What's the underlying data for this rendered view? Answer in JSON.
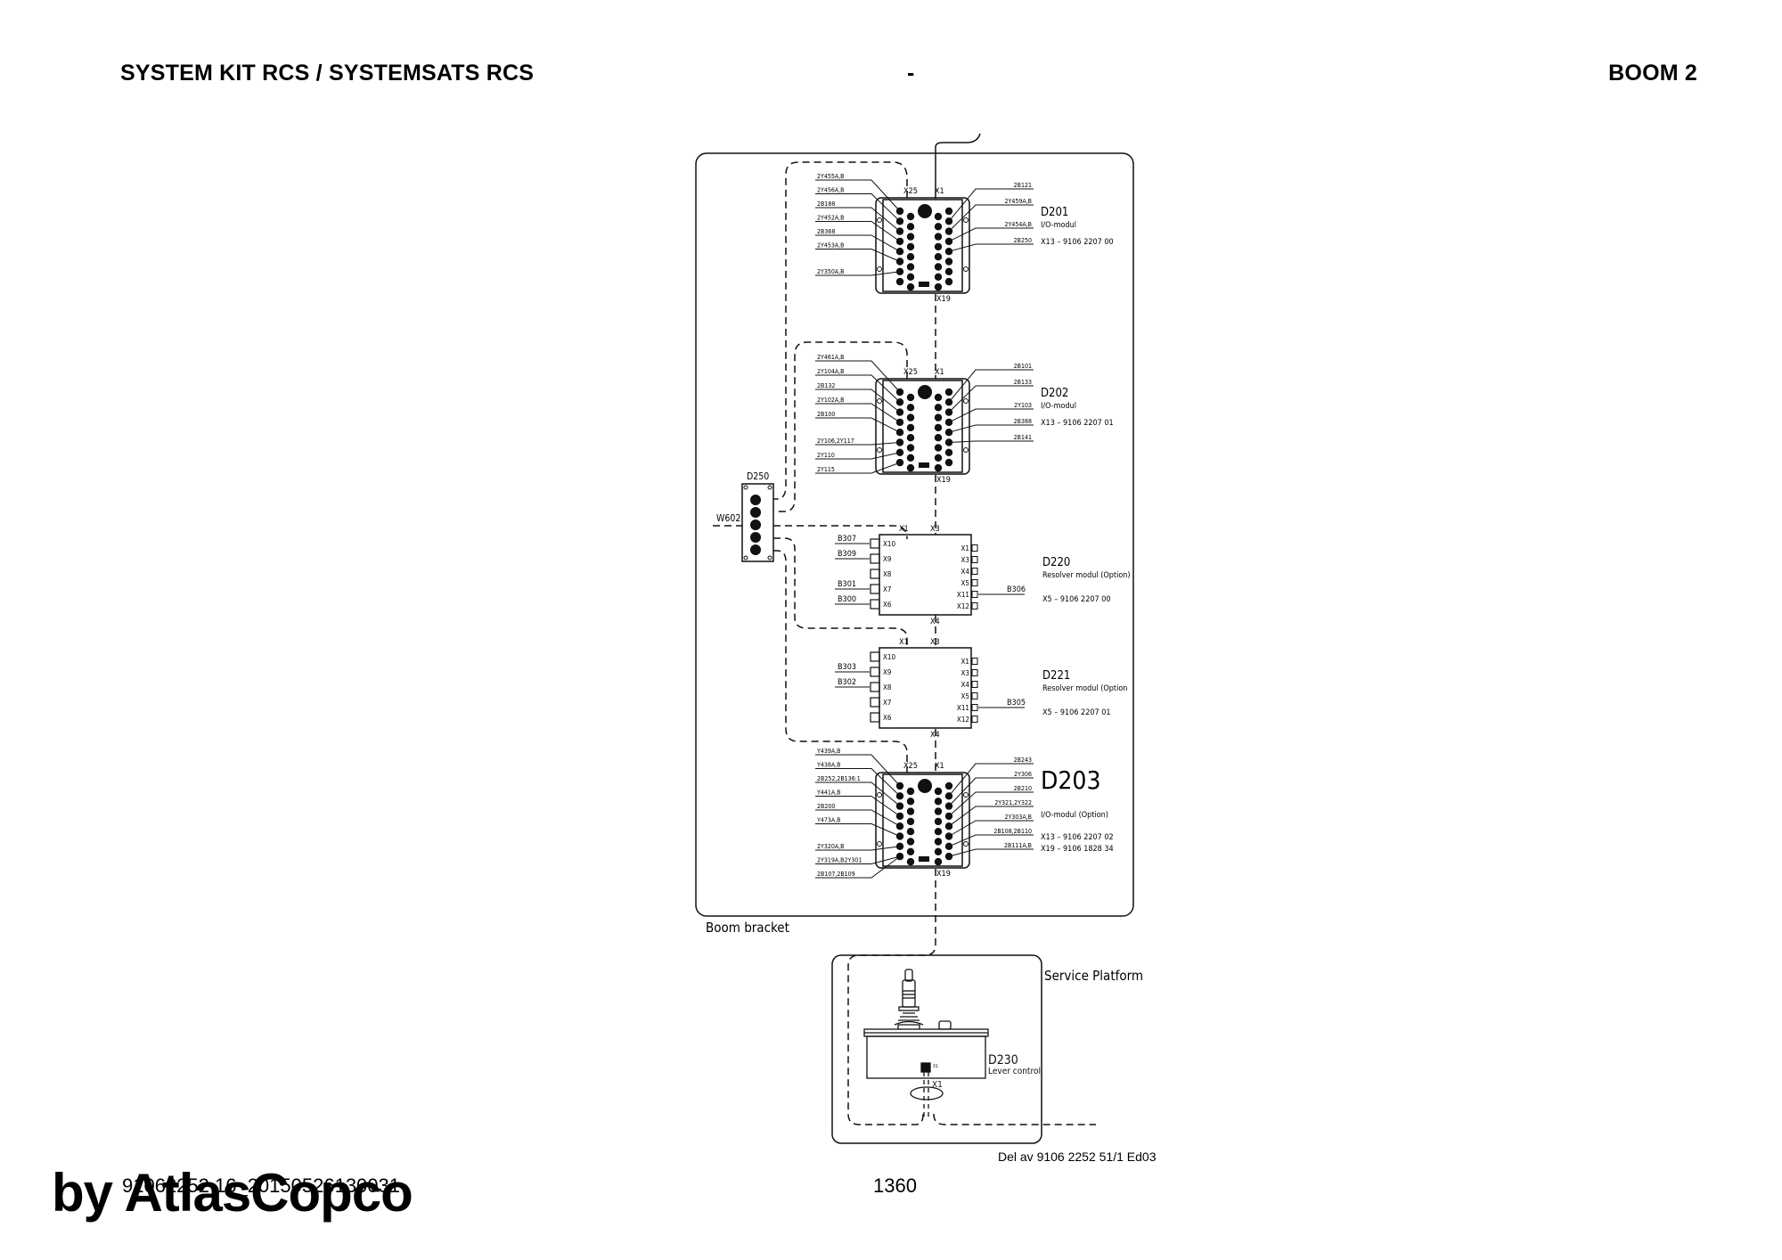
{
  "header": {
    "title": "SYSTEM KIT RCS / SYSTEMSATS RCS",
    "separator": "-",
    "section": "BOOM 2"
  },
  "footer": {
    "doc_id": "91062252 16_20150526130031",
    "page_number": "1360",
    "brand": "by AtlasCopco",
    "part_ref": "Del av 9106 2252 51/1 Ed03"
  },
  "frames": {
    "boom_bracket": "Boom bracket",
    "service_platform": "Service Platform"
  },
  "junction": {
    "name": "D250",
    "cable": "W602"
  },
  "io_modules": [
    {
      "id": "D201",
      "title": "I/O-modul",
      "parts": [
        "X13 – 9106 2207 00"
      ],
      "ports": {
        "top_left": "X25",
        "top_right": "X1",
        "bottom": "X19"
      },
      "left_wires": [
        "2Y455A,B",
        "2Y456A,B",
        "2B188",
        "2Y452A,B",
        "2B368",
        "2Y453A,B",
        "2Y350A,B"
      ],
      "right_wires": [
        "2B121",
        "2Y459A,B",
        "2Y454A,B",
        "2B250"
      ]
    },
    {
      "id": "D202",
      "title": "I/O-modul",
      "parts": [
        "X13 – 9106 2207 01"
      ],
      "ports": {
        "top_left": "X25",
        "top_right": "X1",
        "bottom": "X19"
      },
      "left_wires": [
        "2Y461A,B",
        "2Y104A,B",
        "2B132",
        "2Y102A,B",
        "2B100",
        "2Y106,2Y117",
        "2Y110",
        "2Y115"
      ],
      "right_wires": [
        "2B101",
        "2B133",
        "2Y103",
        "2B388",
        "2B141"
      ]
    },
    {
      "id": "D203",
      "title": "I/O-modul (Option)",
      "parts": [
        "X13 – 9106 2207 02",
        "X19 – 9106 1828 34"
      ],
      "ports": {
        "top_left": "X25",
        "top_right": "X1",
        "bottom": "X19"
      },
      "left_wires": [
        "Y439A,B",
        "Y438A,B",
        "2B252,2B136:1",
        "Y441A,B",
        "2B200",
        "Y473A,B",
        "2Y320A,B",
        "2Y319A,B2Y301",
        "2B107,2B109"
      ],
      "right_wires": [
        "2B243",
        "2Y306",
        "2B210",
        "2Y321,2Y322",
        "2Y303A,B",
        "2B108,2B110",
        "2B111A,B"
      ]
    }
  ],
  "resolver_modules": [
    {
      "id": "D220",
      "title": "Resolver modul (Option)",
      "part": "X5 – 9106 2207 00",
      "ports": {
        "top_left": "X1",
        "top_right": "X3",
        "bottom": "X4"
      },
      "left_ports": [
        "X10",
        "X9",
        "X8",
        "X7",
        "X6"
      ],
      "left_wires": [
        "B307",
        "B309",
        "",
        "B301",
        "B300"
      ],
      "right_ports": [
        "X1",
        "X3",
        "X4",
        "X5",
        "X11",
        "X12"
      ],
      "right_wire": "B306"
    },
    {
      "id": "D221",
      "title": "Resolver modul (Option",
      "part": "X5 – 9106 2207 01",
      "ports": {
        "top_left": "X1",
        "top_right": "X3",
        "bottom": "X4"
      },
      "left_ports": [
        "X10",
        "X9",
        "X8",
        "X7",
        "X6"
      ],
      "left_wires": [
        "",
        "B303",
        "B302",
        "",
        ""
      ],
      "right_ports": [
        "X1",
        "X3",
        "X4",
        "X5",
        "X11",
        "X12"
      ],
      "right_wire": "B305"
    }
  ],
  "lever_control": {
    "id": "D230",
    "title": "Lever control",
    "port": "X1"
  }
}
